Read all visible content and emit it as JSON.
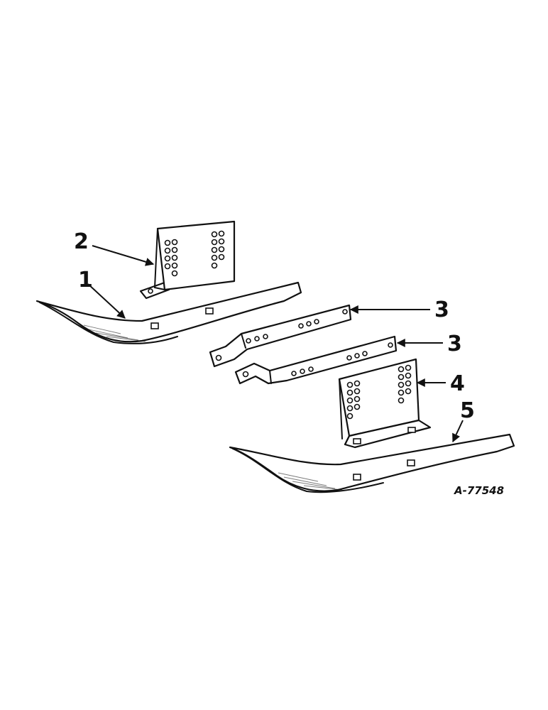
{
  "callouts": {
    "c1": "1",
    "c2": "2",
    "c3a": "3",
    "c3b": "3",
    "c4": "4",
    "c5": "5"
  },
  "drawing_number": "A-77548"
}
